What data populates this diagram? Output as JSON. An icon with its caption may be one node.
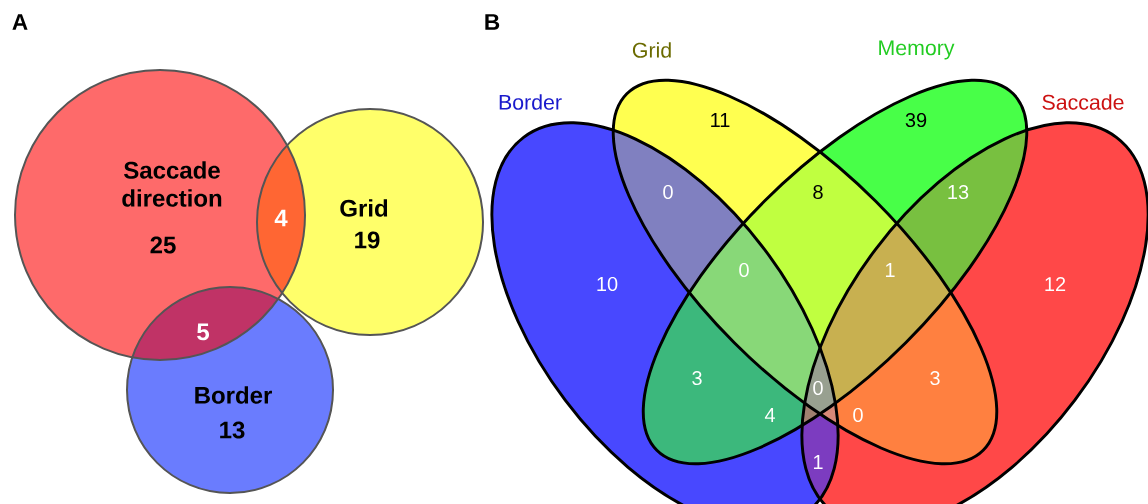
{
  "diagram": {
    "nodes": [
      {
        "text": [
          "Saccade direction",
          "25"
        ]
      },
      {
        "text": [
          "Grid",
          "19"
        ]
      },
      {
        "text": [
          "Border",
          "13"
        ]
      },
      {
        "text": [
          "Border"
        ]
      },
      {
        "text": [
          "Grid"
        ]
      },
      {
        "text": [
          "Memory"
        ]
      },
      {
        "text": [
          "Saccade"
        ]
      }
    ],
    "labels": [
      "A",
      "B",
      "4",
      "5",
      "11",
      "39",
      "0",
      "8",
      "13",
      "10",
      "0",
      "1",
      "12",
      "3",
      "0",
      "3",
      "4",
      "0",
      "1"
    ]
  }
}
